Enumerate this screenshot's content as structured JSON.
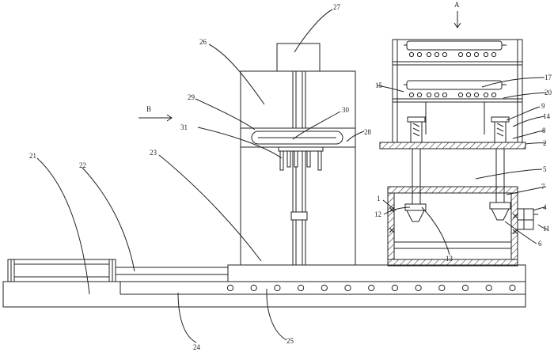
{
  "diagram": {
    "labels": {
      "n1": "1",
      "n2": "2",
      "n4": "4",
      "n5": "5",
      "n6": "6",
      "n7": "7",
      "n8": "8",
      "n9": "9",
      "n11": "11",
      "n12": "12",
      "n13": "13",
      "n14": "14",
      "n15": "15",
      "n17": "17",
      "n20": "20",
      "n21": "21",
      "n22": "22",
      "n23": "23",
      "n24": "24",
      "n25": "25",
      "n26": "26",
      "n27": "27",
      "n28": "28",
      "n29": "29",
      "n30": "30",
      "n31": "31"
    },
    "view_markers": {
      "a": "A",
      "b": "B"
    }
  }
}
